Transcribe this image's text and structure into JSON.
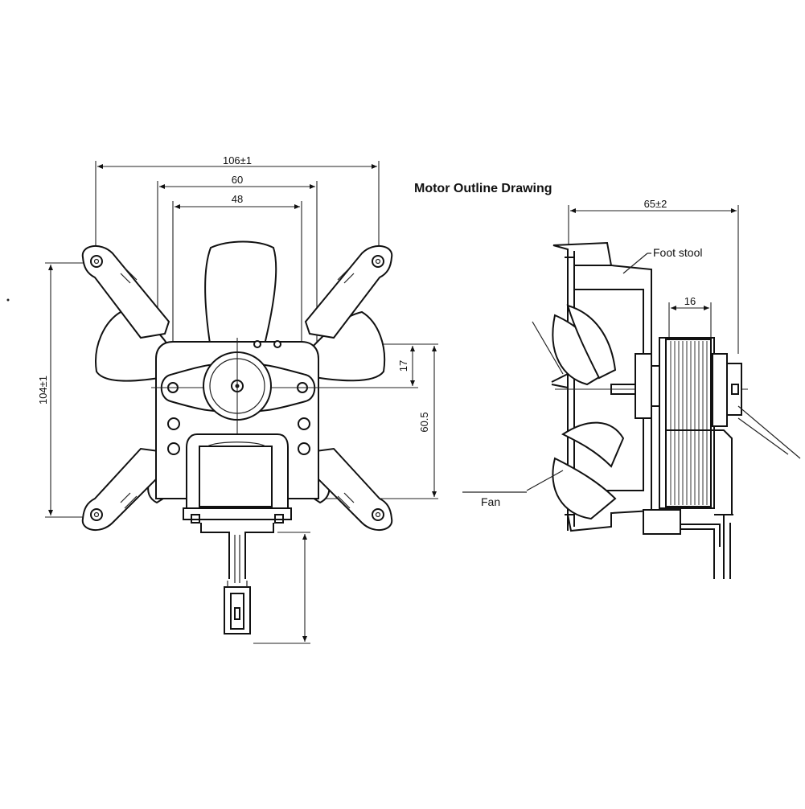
{
  "title": "Motor Outline Drawing",
  "front_view": {
    "dim_width_overall": "106±1",
    "dim_width_mid": "60",
    "dim_width_inner": "48",
    "dim_height_overall": "104±1",
    "dim_offset_top": "17",
    "dim_offset_mount": "60.5"
  },
  "side_view": {
    "dim_depth_overall": "65±2",
    "dim_coil_width": "16",
    "label_foot_stool": "Foot stool",
    "label_fan": "Fan"
  }
}
